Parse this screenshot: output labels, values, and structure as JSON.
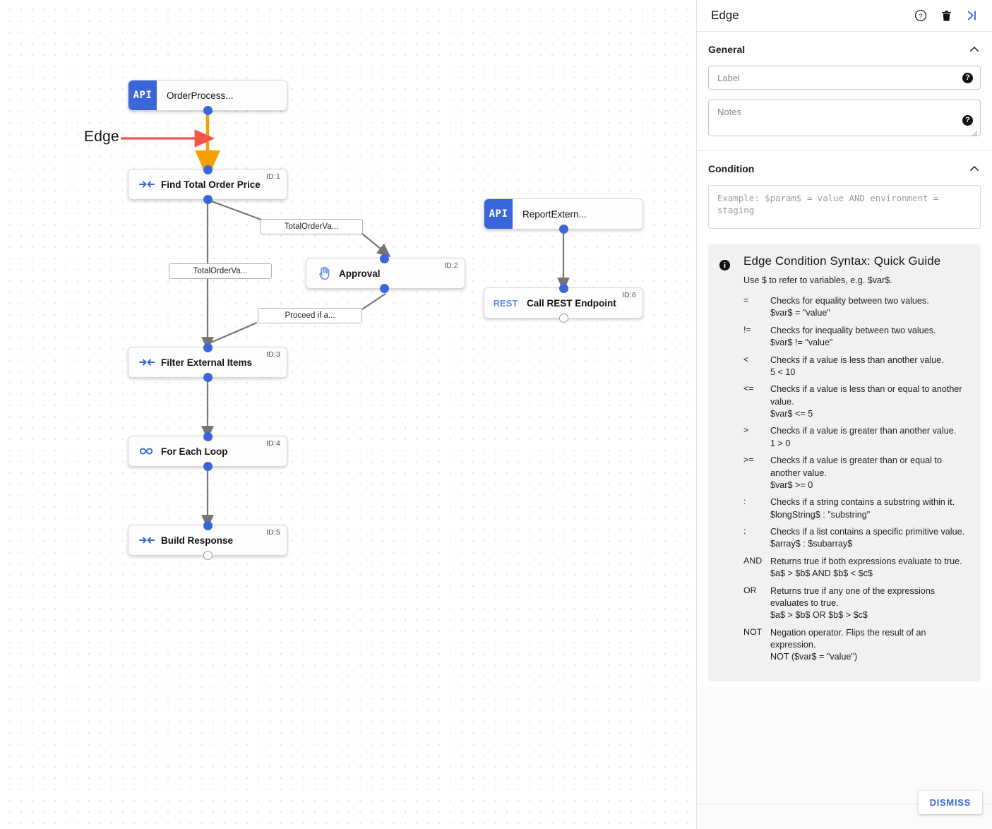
{
  "canvas": {
    "annotation": {
      "label": "Edge",
      "arrow_color": "#f2554a"
    },
    "highlight_edge_color": "#f5a000",
    "nodes": [
      {
        "id": "n0",
        "badge": "API",
        "title": "OrderProcess...",
        "id_tag": "",
        "icon": "api-badge"
      },
      {
        "id": "n1",
        "badge": "",
        "title": "Find Total Order Price",
        "id_tag": "ID:1",
        "icon": "compress-arrows-icon"
      },
      {
        "id": "n2",
        "badge": "",
        "title": "Approval",
        "id_tag": "ID:2",
        "icon": "raised-hand-icon"
      },
      {
        "id": "n3",
        "badge": "",
        "title": "Filter External Items",
        "id_tag": "ID:3",
        "icon": "compress-arrows-icon"
      },
      {
        "id": "n4",
        "badge": "",
        "title": "For Each Loop",
        "id_tag": "ID:4",
        "icon": "infinity-icon"
      },
      {
        "id": "n5",
        "badge": "",
        "title": "Build Response",
        "id_tag": "ID:5",
        "icon": "compress-arrows-icon"
      },
      {
        "id": "n6",
        "badge": "API",
        "title": "ReportExtern...",
        "id_tag": "",
        "icon": "api-badge"
      },
      {
        "id": "n7",
        "badge": "REST",
        "title": "Call REST Endpoint",
        "id_tag": "ID:6",
        "icon": "rest-badge"
      }
    ],
    "edge_labels": [
      {
        "text": "TotalOrderVa..."
      },
      {
        "text": "TotalOrderVa..."
      },
      {
        "text": "Proceed if a..."
      }
    ]
  },
  "panel": {
    "title": "Edge",
    "header_icons": [
      {
        "name": "help-icon",
        "glyph": "?"
      },
      {
        "name": "delete-icon",
        "glyph": "trash"
      },
      {
        "name": "collapse-panel-icon",
        "glyph": ">|"
      }
    ],
    "general": {
      "heading": "General",
      "label_field": {
        "placeholder": "Label",
        "value": ""
      },
      "notes_field": {
        "placeholder": "Notes",
        "value": ""
      },
      "help_glyph": "?"
    },
    "condition": {
      "heading": "Condition",
      "placeholder": "Example: $param$ = value AND environment = staging"
    },
    "guide": {
      "title": "Edge Condition Syntax: Quick Guide",
      "subtitle": "Use $ to refer to variables, e.g. $var$.",
      "rows": [
        {
          "op": "=",
          "desc": "Checks for equality between two values.",
          "example": "$var$ = \"value\""
        },
        {
          "op": "!=",
          "desc": "Checks for inequality between two values.",
          "example": "$var$ != \"value\""
        },
        {
          "op": "<",
          "desc": "Checks if a value is less than another value.",
          "example": "5 < 10"
        },
        {
          "op": "<=",
          "desc": "Checks if a value is less than or equal to another value.",
          "example": "$var$ <= 5"
        },
        {
          "op": ">",
          "desc": "Checks if a value is greater than another value.",
          "example": "1 > 0"
        },
        {
          "op": ">=",
          "desc": "Checks if a value is greater than or equal to another value.",
          "example": "$var$ >= 0"
        },
        {
          "op": ":",
          "desc": "Checks if a string contains a substring within it.",
          "example": "$longString$ : \"substring\""
        },
        {
          "op": ":",
          "desc": "Checks if a list contains a specific primitive value.",
          "example": "$array$ : $subarray$"
        },
        {
          "op": "AND",
          "desc": "Returns true if both expressions evaluate to true.",
          "example": "$a$ > $b$ AND $b$ < $c$"
        },
        {
          "op": "OR",
          "desc": "Returns true if any one of the expressions evaluates to true.",
          "example": "$a$ > $b$ OR $b$ > $c$"
        },
        {
          "op": "NOT",
          "desc": "Negation operator. Flips the result of an expression.",
          "example": "NOT ($var$ = \"value\")"
        }
      ]
    },
    "dismiss_label": "DISMISS",
    "accent_color": "#3b66da"
  }
}
